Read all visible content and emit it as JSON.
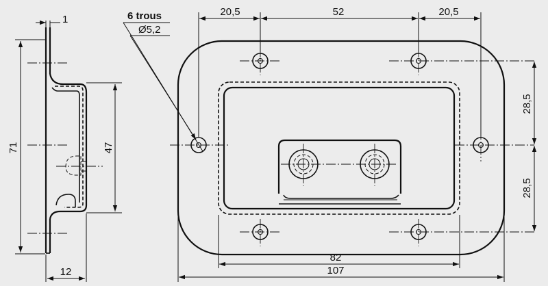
{
  "note": {
    "line1": "6 trous",
    "line2": "Ø5,2"
  },
  "dimensions": {
    "thickness": "1",
    "total_height": "71",
    "recess_height": "47",
    "depth": "12",
    "hole_spacing_left": "20,5",
    "hole_spacing_middle": "52",
    "hole_spacing_right": "20,5",
    "half_height_top": "28,5",
    "half_height_bottom": "28,5",
    "inner_width": "82",
    "total_width": "107"
  }
}
